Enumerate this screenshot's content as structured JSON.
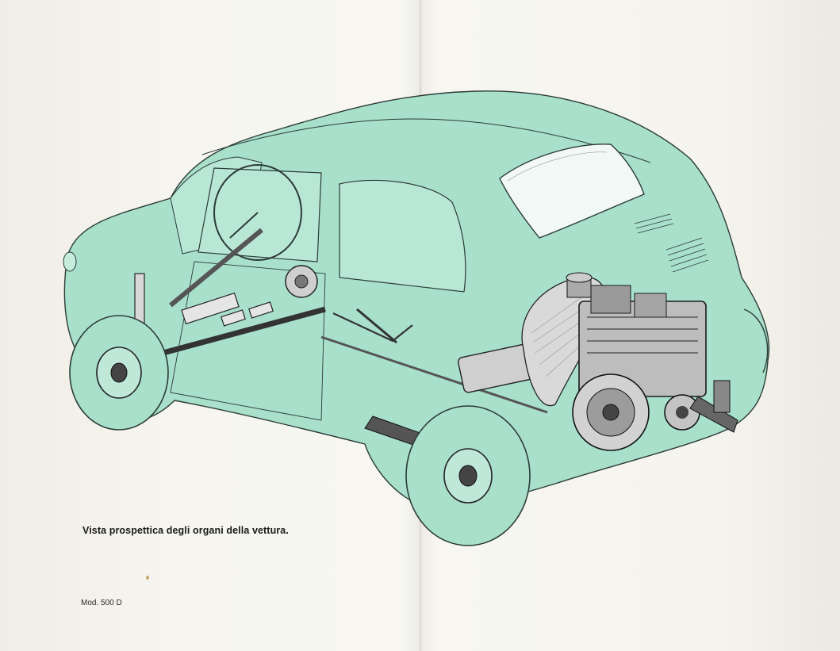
{
  "document": {
    "caption": "Vista prospettica degli organi della vettura.",
    "model_label": "Mod. 500 D"
  },
  "colors": {
    "paper": "#f6f5ef",
    "body_fill": "#a8e0cc",
    "body_line": "#2c3b36",
    "mechanical": "#3a3a3a"
  },
  "illustration": {
    "icon": "car-cutaway-illustration"
  }
}
